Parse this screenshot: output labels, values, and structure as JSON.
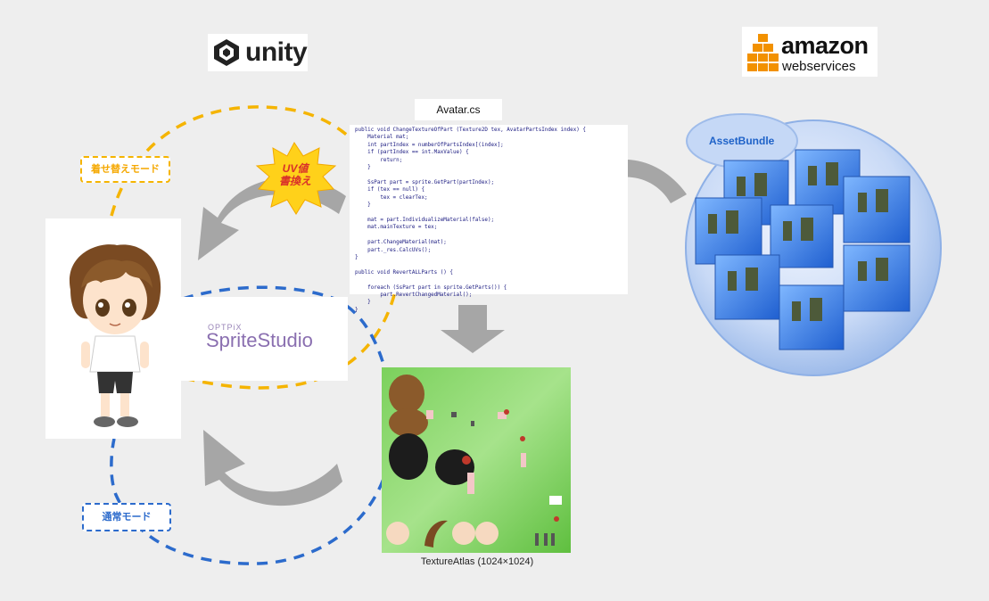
{
  "logos": {
    "unity": "unity",
    "aws_amazon": "amazon",
    "aws_webservices": "webservices"
  },
  "code": {
    "title": "Avatar.cs",
    "lines": [
      "public void ChangeTextureOfPart (Texture2D tex, AvatarPartsIndex index) {",
      "    Material mat;",
      "    int partIndex = numberOfPartsIndex[(index];",
      "    if (partIndex == int.MaxValue) {",
      "        return;",
      "    }",
      "",
      "    SsPart part = sprite.GetPart(partIndex);",
      "    if (tex == null) {",
      "        tex = clearTex;",
      "    }",
      "",
      "    mat = part.IndividualizeMaterial(false);",
      "    mat.mainTexture = tex;",
      "",
      "    part.ChangeMaterial(mat);",
      "    part._res.CalcUVs();",
      "}",
      "",
      "public void RevertALLParts () {",
      "",
      "    foreach (SsPart part in sprite.GetParts()) {",
      "        part.RevertChangedMaterial();",
      "    }",
      "}"
    ]
  },
  "labels": {
    "mode_kisekae": "着せ替えモード",
    "mode_normal": "通常モード",
    "uv_line1": "UV値",
    "uv_line2": "書換え",
    "asset_bundle": "AssetBundle",
    "atlas_caption": "TextureAtlas (1024×1024)",
    "ss_optpix": "OPTPiX",
    "ss_name": "SpriteStudio"
  },
  "colors": {
    "kisekae_line": "#f5b400",
    "normal_line": "#2c6bcc",
    "arrow_gray": "#a6a6a6",
    "bundle_blue": "#3f86e0"
  }
}
